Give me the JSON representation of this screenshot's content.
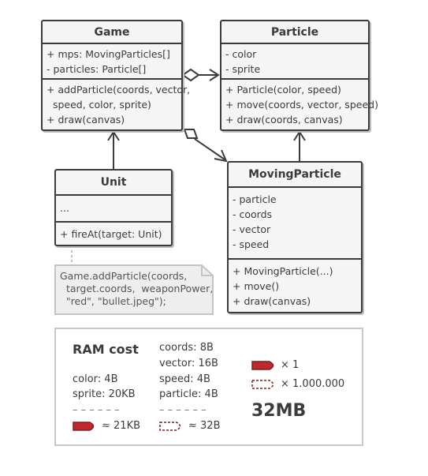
{
  "classes": {
    "game": {
      "name": "Game",
      "fields": [
        "+ mps: MovingParticles[]",
        "- particles: Particle[]"
      ],
      "methods": [
        "+ addParticle(coords, vector,",
        "  speed, color, sprite)",
        "+ draw(canvas)"
      ]
    },
    "particle": {
      "name": "Particle",
      "fields": [
        "- color",
        "- sprite"
      ],
      "methods": [
        "+ Particle(color, speed)",
        "+ move(coords, vector, speed)",
        "+ draw(coords, canvas)"
      ]
    },
    "unit": {
      "name": "Unit",
      "fields": [
        "..."
      ],
      "methods": [
        "+ fireAt(target: Unit)"
      ]
    },
    "moving_particle": {
      "name": "MovingParticle",
      "fields": [
        "- particle",
        "- coords",
        "- vector",
        "- speed"
      ],
      "methods": [
        "+ MovingParticle(...)",
        "+ move()",
        "+ draw(canvas)"
      ]
    }
  },
  "note": {
    "lines": [
      "Game.addParticle(coords,",
      "  target.coords,  weaponPower,",
      "  \"red\", \"bullet.jpeg\");"
    ]
  },
  "ram_cost": {
    "title": "RAM cost",
    "col1": [
      "color: 4B",
      "sprite: 20KB"
    ],
    "col2": [
      "coords: 8B",
      "vector: 16B",
      "speed: 4B",
      "particle: 4B"
    ],
    "dashes": "– – – – – –",
    "particle_total": "≈ 21KB",
    "moving_total": "≈ 32B",
    "legend_particle": "× 1",
    "legend_moving": "× 1.000.000",
    "total": "32MB"
  },
  "colors": {
    "bullet_fill": "#c0282d",
    "bullet_stroke": "#7a1e22",
    "line": "#3b3b3b"
  }
}
